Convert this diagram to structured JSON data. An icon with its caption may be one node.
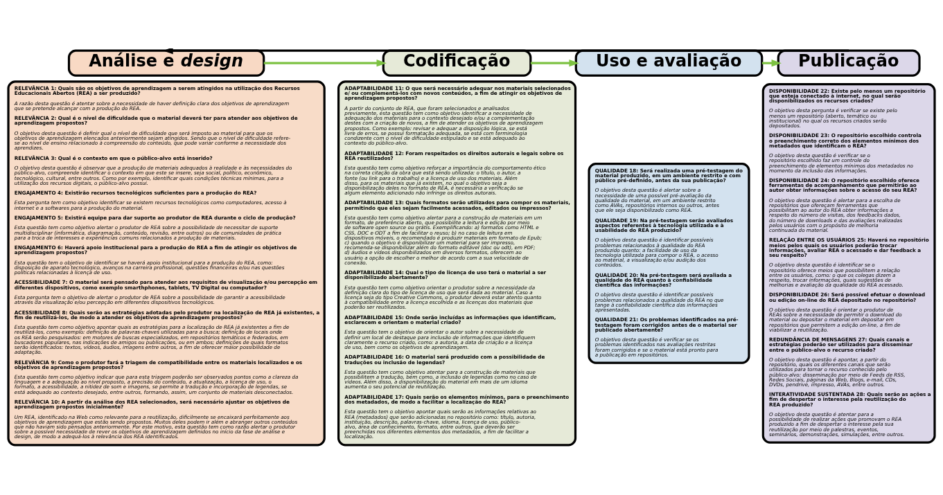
{
  "diagram": {
    "nodes": [
      {
        "text": [
          "Análise e *design*"
        ]
      },
      {
        "text": [
          "RELEVÂNCIA 1: Quais são os objetivos de aprendizagem a serem atingidos na utilização dos Recursos Educacionais Abertos (REA) a ser produzido?",
          "A razão desta questão é atentar sobre a necessidade de haver definição clara dos objetivos de aprendizagem que se pretende alcançar com a produção do REA.",
          "RELEVÂNCIA 2: Qual é o nível de dificuldade que o material deverá ter para atender aos objetivos de aprendizagem propostos?",
          "O objetivo desta questão é definir qual o nível de dificuldade que será imposto ao material para que os objetivos de aprendizagem elencados anteriormente sejam atingidos. Sendo que o nível de dificuldade refere-se ao nível de ensino relacionado à compreensão do conteúdo, que pode variar conforme a necessidade dos aprendizes.",
          "RELEVÂNCIA 3: Qual é o contexto em que o público-alvo está inserido?",
          "O objetivo desta questão é observar que a produção de materiais adequados à realidade e às necessidades do público-alvo, compreende identificar o contexto em que este se insere, seja social, político, econômico, tecnológico, cultural, entre outros. Como por exemplo, identificar quais condições técnicas mínimas, para a utilização dos recursos digitais, o público-alvo possui.",
          "ENGAJAMENTO 4: Existirão recursos tecnológicos suficientes para a produção do REA?",
          "Esta pergunta tem como objetivo identificar se existem recursos tecnológicos como computadores, acesso à internet e a softwares para a produção do material.",
          "ENGAJAMENTO 5: Existirá equipe para dar suporte ao produtor de REA durante o ciclo de produção?",
          "Esta questão tem como objetivo alertar o produtor de REA sobre a possibilidade de necessitar de suporte multidisciplinar (informática, diagramação, conteúdo, revisão, entre outros) ou de comunidades de prática para a troca de interesses e experiências comuns relacionados a produção de materiais.",
          "ENGAJAMENTO 6: Haverá apoio institucional para a produção do REA a fim de atingir os objetivos de aprendizagem propostos?",
          "Esta questão tem o objetivo de identificar se haverá apoio institucional para a produção do REA, como: disposição de aparato tecnológico, avanços na carreira profissional, questões financeiras e/ou nas questões políticas relacionadas à licença de uso.",
          "ACESSIBILIDADE 7: O material será pensado para atender aos requisitos de visualização e/ou percepção em diferentes dispositivos, como exemplo smarthphones, tablets, TV Digital ou computador?",
          "Esta pergunta tem o objetivo de alertar o produtor de REA sobre a possibilidade de garantir a acessibilidade através da visualização e/ou percepção em diferentes dispositivos tecnológicos.",
          "ACESSIBILIDADE 8: Quais serão as estratégias adotadas pelo produtor na localização de REA já existentes, a fim de reutilizá-los, de modo a atender os objetivos de aprendizagem propostos?",
          "Esta questão tem como objetivo apontar quais as estratégias para a localização de REA já existentes a fim de reutilizá-los, como exemplo: definição de palavras-chaves utilizadas para a busca; definição de locais onde os REA serão pesquisados: em motores de buscas especializados, em repositórios temáticos e federados, em buscadores populares, nas indicações de amigos ou publicações, ou em ambos; definições de quais formatos serão identificados: textos, vídeos, áudios, imagens entre outros, a fim de oferecer maior possibilidade de adaptação.",
          "RELEVÂNCIA 9: Como o produtor fará a triagem de compatibilidade entre os materiais localizados e os objetivos de aprendizagem propostos?",
          "Esta questão tem como objetivo indicar que para esta triagem poderão ser observados pontos como a clareza da linguagem e a adequação ao nível proposto, a precisão do conteúdo, a atualização, a licença de uso, o formato, a acessibilidade, a nitidez de som e imagens, se permite a tradução e incorporação de legendas, se está adequado ao contexto desejado, entre outros, formando, assim, um conjunto de materiais desconectados.",
          "RELEVÂNCIA 10: A partir da análise dos REA selecionados, será necessário ajustar os objetivos de aprendizagem propostos inicialmente?",
          "Um REA, identificado na Web como relevante para a reutilização, dificilmente se encaixará perfeitamente aos objetivos de aprendizagem que estão sendo propostos. Muitos deles podem ir além e abranger outros conteúdos que não haviam sido pensados anteriormente. Por este motivo, esta questão tem como razão alertar o produtor sobre a possível necessidade de rever os objetivos de aprendizagem definidos no início da fase de análise e design, de modo a adequá-los à relevância dos REA identificados."
        ]
      },
      {
        "text": [
          "Codificação"
        ]
      },
      {
        "text": [
          "ADAPTABILIDADE 11: O que será necessário adequar nos materiais selecionados e/ ou complementá-los com novos conteúdos, a fim de atingir os objetivos de aprendizagem propostos?",
          "A partir do conjunto de REA, que foram selecionados e analisados previamente, esta questão tem como objetivo identificar a necessidade de adequação dos materiais para o contexto desejado e/ou a complementação destes com a criação de novos, a fim de atender os objetivos de aprendizagem propostos. Como exemplo: revisar e adequar a disposição lógica, se está livre de erros, se possui formatação adequada, se está com terminologia condizente com o nível de dificuldade estipulado e se está adequado ao contexto do público-alvo.",
          "ADAPTABILIDADE 12: Foram respeitados os direitos autorais e legais sobre os REA reutilizados?",
          "Esta questão tem como objetivo reforçar a importância do comportamento ético na correta citação da obra que está sendo utilizada: o título, o autor, a fonte (ou link para o trabalho) e a licença de uso dos materiais. Além disso, para os materiais que já existem, no qual o objetivo seja a disponibilização deles no formato de REA, é necessária a verificação se algum elemento adicionado não infringe os direitos autorais.",
          "ADAPTABILIDADE 13: Quais formatos serão utilizados para compor os materiais, permitindo que eles sejam facilmente acessados, editados ou impressos?",
          "Esta questão tem como objetivo alertar para a construção de materiais em um formato, de preferência aberto, que possibilite a leitura e edição por meio de software open source ou grátis. Exemplificando: a) formatos como HTML e CSS, DOC e ODT a fim de facilitar o reuso; b) no caso de leitura em dispositivos móveis, o recomendado é produzir materiais em formato de Epub; c) quando o objetivo é disponibilizar um material para ser impresso, recomenda-se disponibilizar além do formato editável (doc ou odt), em PDF; d) áudios e vídeos disponibilizados em diversos formatos, oferecem ao usuário a opção de escolher o melhor de acordo com a sua velocidade de conexão.",
          "ADAPTABILIDADE 14: Qual o tipo de licença de uso terá o material a ser disponibilizado abertamente?",
          "Esta questão tem como objetivo orientar o produtor sobre a necessidade da definição clara do tipo de licença de uso que será dada ao material. Caso a licença seja do tipo Creative Commons, o produtor deverá estar atento quanto à compatibilidade entre a licença escolhida e as licenças dos materiais que poderão ser reutilizados.",
          "ADAPTABILIDADE 15: Onde serão incluídas as informações que identificam, esclarecem e orientam o material criado?",
          "Esta questão tem o objetivo de orientar o autor sobre a necessidade de definir um local de destaque para inclusão de informações que identifiquem claramente o recurso criado, como: a autoria, a data de criação e a licença de uso, bem como os objetivos de aprendizagem.",
          "ADAPTABILIDADE 16: O material será produzido com a possibilidade de traduções ou inclusão de legendas?",
          "Esta questão tem como objetivo atentar para a construção de materiais que possibilitem a tradução, bem como, a inclusão de legendas como no caso de vídeos. Além disso, a disponibilização do material em mais de um idioma aumenta o seu potencial de reutilização.",
          "ADAPTABILIDADE 17: Quais serão os elementos mínimos, para o preenchimento dos metadados, de modo a facilitar a localização do REA?",
          "Esta questão tem o objetivo apontar quais serão as informações relativas ao REA (metadados) que serão adicionadas no repositório como: título, autoria, instituição, descrição, palavras-chave, idioma, licença de uso, público-alvo, área de conhecimento, formato, entre outros, que deverão ser preenchidas nos diferentes elementos dos metadados, a fim de facilitar a localização."
        ]
      },
      {
        "text": [
          "Uso e avaliação"
        ]
      },
      {
        "text": [
          "QUALIDADE 18: Será realizada uma pré-testagem do material produzido, em um ambiente restrito e com público pré-definido, antes da sua publicação?",
          "O objetivo desta questão é alertar sobre a necessidade de uma possível pré-avaliação da qualidade do material, em um ambiente restrito como AVAs, repositórios internos ou outros, antes que ele seja disponibilizado como REA.",
          "QUALIDADE 19: Na pré-testagem serão avaliados aspectos referentes à tecnologia utilizada e à usabilidade do REA produzido?",
          "O objetivo desta questão é identificar possíveis problemas relacionados à qualidade do REA produzido quanto: a facilidade de uso da tecnologia utilizada para compor o REA, o acesso ao material, a visualização e/ou audição dos conteúdos.",
          "QUALIDADE 20: Na pré-testagem será avaliada a qualidade do REA quanto à confiabilidade científica das informações?",
          "O objetivo desta questão é identificar possíveis problemas relacionados a qualidade do REA no que tange à confiabilidade científica das informações apresentadas.",
          "QUALIDADE 21: Os problemas identificados na pré-testagem foram corrigidos antes de o material ser publicado abertamente?",
          "O objetivo desta questão é verificar se os problemas identificados nas avaliações restritas foram corrigidos e se o material está pronto para a publicação em repositórios."
        ]
      },
      {
        "text": [
          "Publicação"
        ]
      },
      {
        "text": [
          "DISPONIBILIDADE 22: Existe pelo menos um repositório que esteja conectado à internet, no qual serão disponibilizados os recursos criados?",
          "O objetivo desta pergunta é verificar se existe pelo menos um repositório (aberto, temático ou institucional) no qual os recursos criados serão depositados.",
          "DISPONIBILIDADE 23: O repositório escolhido controla o preenchimento correto dos elementos mínimos dos metadados que identificam o REA?",
          "O objetivo desta questão é verificar se o repositório escolhido faz um controle do preenchimento de elementos mínimos dos metadados no momento da inclusão das informações.",
          "DISPONIBILIDADE 24: O repositório escolhido oferece ferramentas de acompanhamento que permitirão ao autor obter informações sobre o acesso do seu REA?",
          "O objetivo desta questão é alertar para a escolha de repositórios que ofereçam ferramentas que possibilitam ao autor do REA obter informações a respeito do número de visitas, dos feedbacks dados, do número de downloads e das avaliações realizadas pelos usuários com o propósito de melhoria continuada do material.",
          "RELAÇÃO ENTRE OS USUÁRIOS 25: Haverá no repositório meios pelos quais os usuários poderão trocar informações, avaliar REA o acessado e dar feedback a seu respeito?",
          "O objetivo desta questão é identificar se o repositório oferece meios que possibilitem a relação entre os usuários, como: o que os colegas dizem a respeito, trocar informações, quais sugestões de melhorias e avaliação da qualidade do REA acessado.",
          "DISPONIBILIDADE 26: Será possível efetuar o download ou edição on-line do REA depositado no repositório?",
          "O objetivo desta questão é orientar o produtor de REAs sobre a necessidade de permitir o download do material ou depositar o material em depositar em repositórios que permitem a edição on-line, a fim de viabilizar a reutilização.",
          "REDUNDÂNCIA DE MENSAGENS 27: Quais canais e estratégias poderão ser utilizados para disseminar entre o público-alvo o recurso criado?",
          "O objetivo desta questão é apontar, a partir do repositório, quais os diferentes canais que serão utilizados para tornar o recurso conhecido pelo público-alvo: disseminação por meio de Feeds de RSS, Redes Sociais, páginas da Web, Blogs, e-mail, CDs, DVDs, pendrive, impresso, AVAs, entre outros.",
          "INTERATIVIDADE SUSTENTADA 28: Quais serão as ações a fim de despertar o interesse pela reutilização do REA produzido?",
          "O objetivo desta questão é atentar para a possibilidade de realizar ações que promovam o REA produzido a fim de despertar o interesse pela sua reutilização por meio de palestras, eventos, seminários, demonstrações, simulações, entre outros."
        ]
      }
    ],
    "edges": [
      {
        "from": 0,
        "to": 2,
        "arrow": "to"
      },
      {
        "from": 2,
        "to": 4,
        "arrow": "to"
      },
      {
        "from": 4,
        "to": 6,
        "arrow": "to"
      },
      {
        "from": 6,
        "to": 0,
        "arrow": "to",
        "color": "#000000"
      }
    ]
  }
}
